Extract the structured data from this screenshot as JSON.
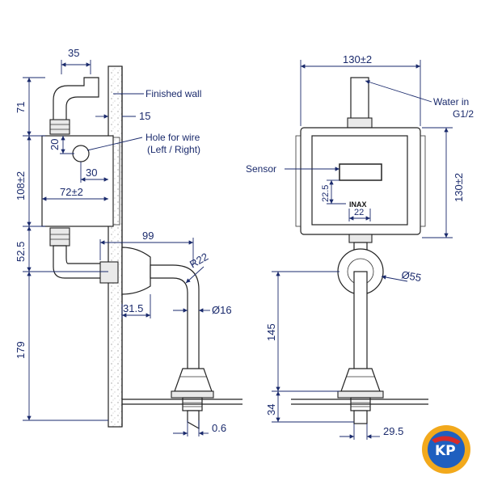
{
  "labels": {
    "finished_wall": "Finished wall",
    "hole_for_wire_1": "Hole for wire",
    "hole_for_wire_2": "(Left / Right)",
    "sensor": "Sensor",
    "water_in_1": "Water in",
    "water_in_2": "G1/2",
    "brand": "INAX"
  },
  "dimensions": {
    "d35": "35",
    "d71": "71",
    "d15": "15",
    "d20": "20",
    "d30": "30",
    "d72": "72±2",
    "d108": "108±2",
    "d52": "52.5",
    "d99": "99",
    "r22": "R22",
    "d31": "31.5",
    "phi16": "Ø16",
    "d179": "179",
    "d06": "0.6",
    "d130top": "130±2",
    "d130side": "130±2",
    "d22_5": "22.5",
    "d22": "22",
    "phi55": "Ø55",
    "d145": "145",
    "d34": "34",
    "d29_5": "29.5"
  },
  "logo": {
    "text": "KP",
    "colors": {
      "ring": "#f2a91c",
      "disc": "#1f5fbf",
      "accent": "#d62a2a"
    }
  }
}
